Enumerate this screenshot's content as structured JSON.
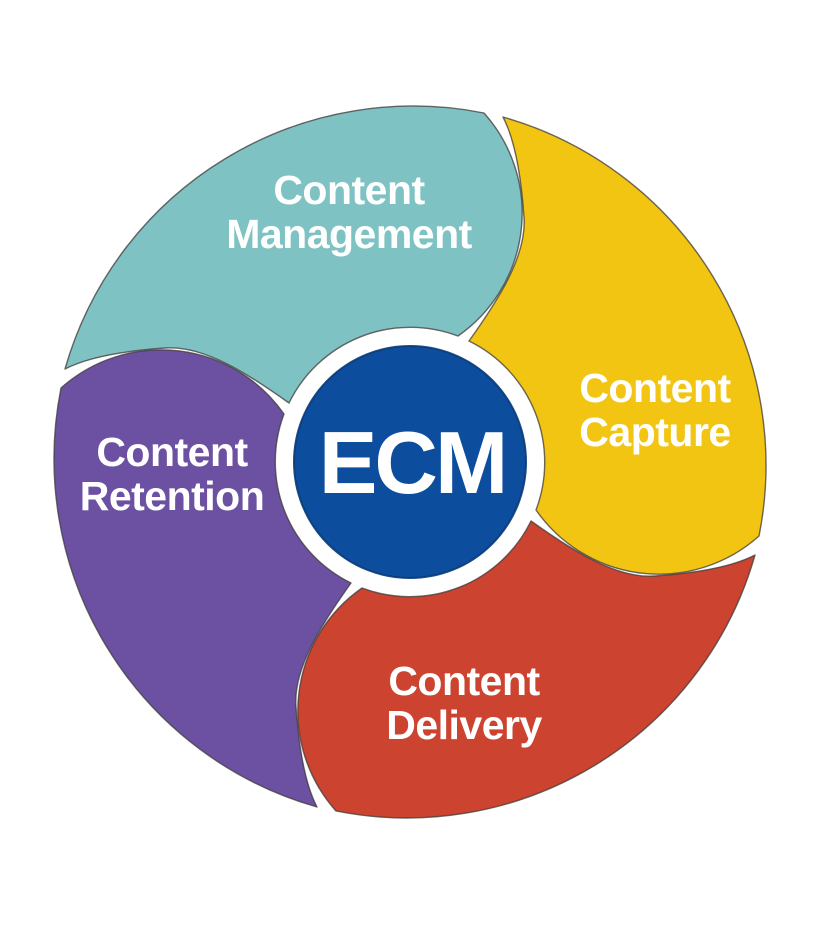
{
  "diagram": {
    "title": "ECM cycle diagram",
    "background_color": "#ffffff",
    "text_color": "#ffffff",
    "outline_color": "#3d3a38",
    "center": {
      "label": "ECM",
      "color": "#0d4d9e",
      "ring_color": "#ffffff"
    },
    "segments": [
      {
        "id": "content-management",
        "label": "Content\nManagement",
        "color": "#7ec2c3",
        "position": "top"
      },
      {
        "id": "content-capture",
        "label": "Content\nCapture",
        "color": "#f3c513",
        "position": "right"
      },
      {
        "id": "content-delivery",
        "label": "Content\nDelivery",
        "color": "#cc432f",
        "position": "bottom"
      },
      {
        "id": "content-retention",
        "label": "Content\nRetention",
        "color": "#6c51a2",
        "position": "left"
      }
    ]
  }
}
